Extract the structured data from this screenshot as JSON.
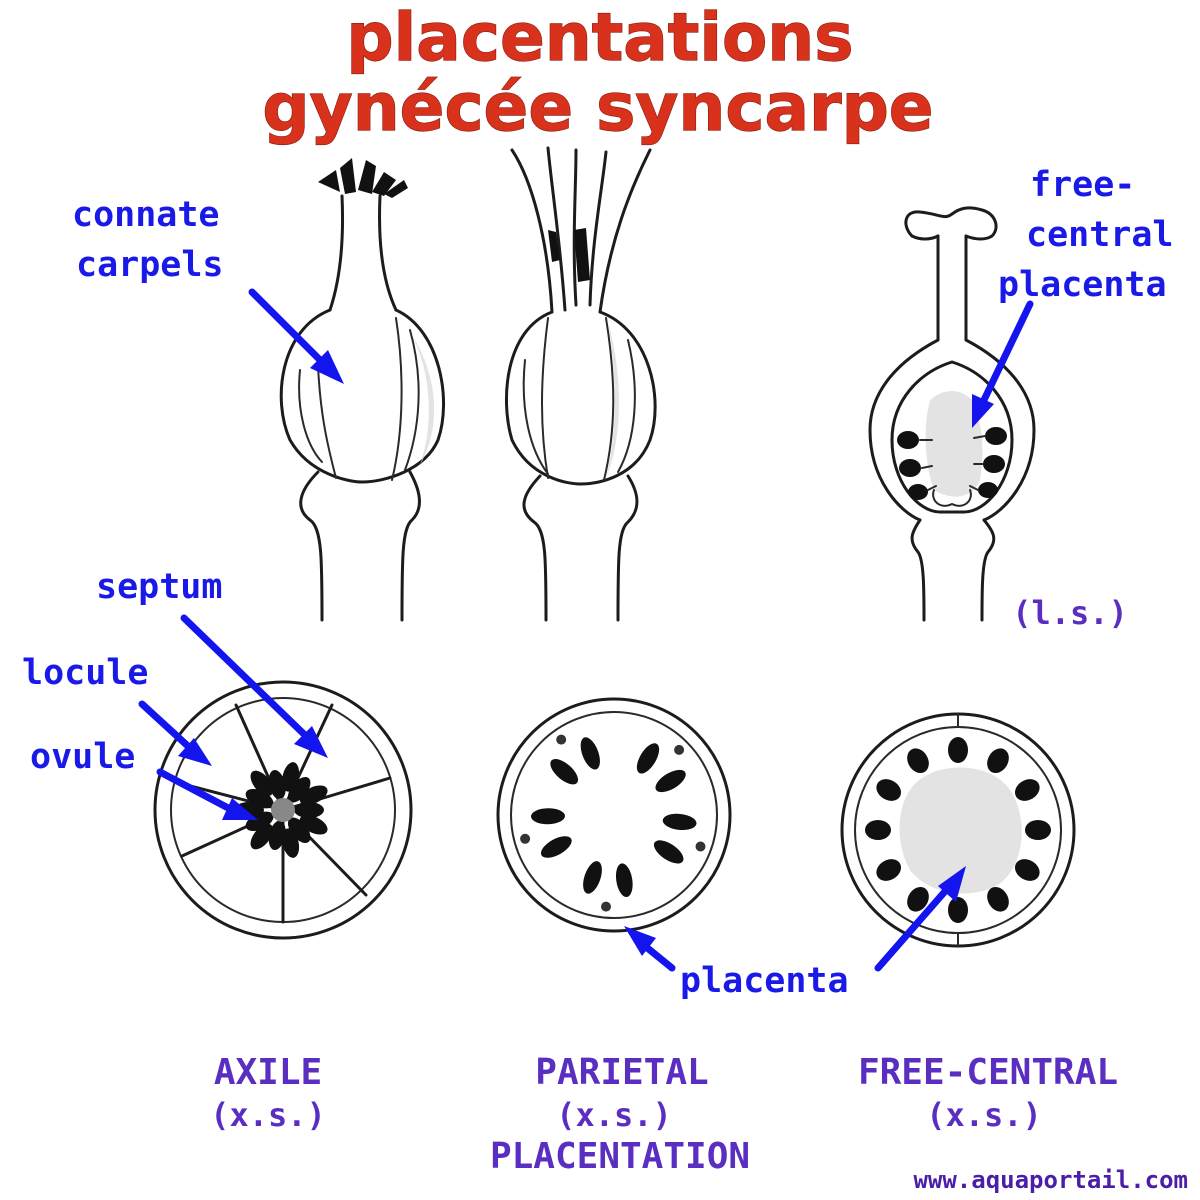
{
  "title": {
    "line1": "placentations",
    "line2": "gynécée syncarpe"
  },
  "labels": {
    "connate_carpels_1": "connate",
    "connate_carpels_2": "carpels",
    "free_central_placenta_1": "free-",
    "free_central_placenta_2": "central",
    "free_central_placenta_3": "placenta",
    "ls": "(l.s.)",
    "septum": "septum",
    "locule": "locule",
    "ovule": "ovule",
    "placenta": "placenta"
  },
  "captions": {
    "axile": "AXILE",
    "axile_xs": "(x.s.)",
    "parietal": "PARIETAL",
    "parietal_xs": "(x.s.)",
    "placentation": "PLACENTATION",
    "free_central": "FREE-CENTRAL",
    "free_central_xs": "(x.s.)"
  },
  "watermark": "www.aquaportail.com",
  "colors": {
    "title_red": "#d8321c",
    "label_blue": "#1a1ae8",
    "caption_purple": "#5a2ec0",
    "arrow_blue": "#1414ee",
    "ink": "#1c1c1c"
  }
}
